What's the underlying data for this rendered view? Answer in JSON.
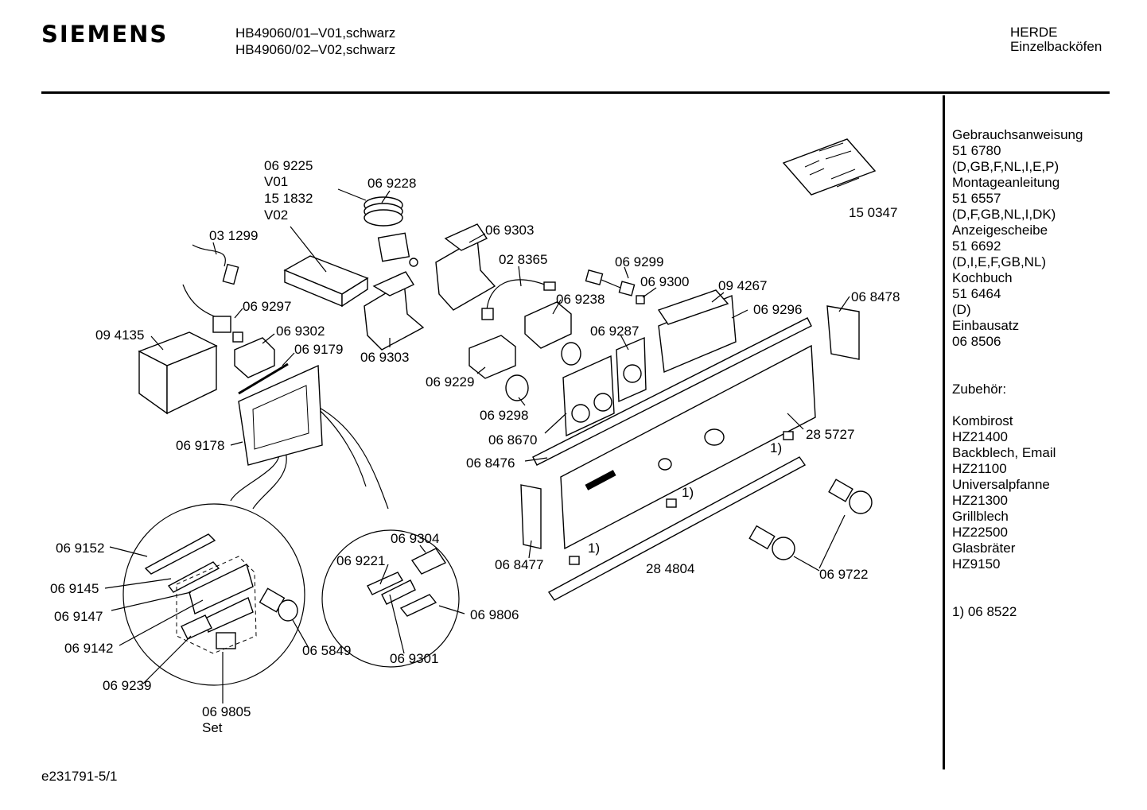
{
  "header": {
    "brand": "SIEMENS",
    "model_lines": [
      "HB49060/01–V01,schwarz",
      "HB49060/02–V02,schwarz"
    ],
    "category_lines": [
      "HERDE",
      "Einzelbacköfen"
    ]
  },
  "sidebar": {
    "docs": [
      "Gebrauchsanweisung",
      "51 6780",
      "(D,GB,F,NL,I,E,P)",
      "Montageanleitung",
      "51 6557",
      "(D,F,GB,NL,I,DK)",
      "Anzeigescheibe",
      "51 6692",
      "(D,I,E,F,GB,NL)",
      "Kochbuch",
      "51 6464",
      "(D)",
      "Einbausatz",
      "06 8506"
    ],
    "accessories_title": "Zubehör:",
    "accessories": [
      "Kombirost",
      "HZ21400",
      "Backblech, Email",
      "HZ21100",
      "Universalpfanne",
      "HZ21300",
      "Grillblech",
      "HZ22500",
      "Glasbräter",
      "HZ9150"
    ],
    "footnote": "1) 06 8522"
  },
  "labels": {
    "p069225": "06 9225",
    "v01": "V01",
    "p151832": "15 1832",
    "v02": "V02",
    "p069228": "06 9228",
    "p031299": "03 1299",
    "p069303a": "06 9303",
    "p028365": "02 8365",
    "p069299": "06 9299",
    "p069300": "06 9300",
    "p094267": "09 4267",
    "p150347": "15 0347",
    "p068478": "06 8478",
    "p069297": "06 9297",
    "p094135": "09 4135",
    "p069302": "06 9302",
    "p069179": "06 9179",
    "p069303b": "06 9303",
    "p069238": "06 9238",
    "p069287": "06 9287",
    "p069296": "06 9296",
    "p069229": "06 9229",
    "p069298": "06 9298",
    "p068670": "06 8670",
    "p069178": "06 9178",
    "p285727": "28 5727",
    "fn1a": "1)",
    "p068476": "06 8476",
    "fn1b": "1)",
    "p069152": "06 9152",
    "p069304": "06 9304",
    "p069221": "06 9221",
    "p068477": "06 8477",
    "fn1c": "1)",
    "p284804": "28 4804",
    "p069722": "06 9722",
    "p069145": "06 9145",
    "p069147": "06 9147",
    "p069806": "06 9806",
    "p069142": "06 9142",
    "p065849": "06 5849",
    "p069301": "06 9301",
    "p069239": "06 9239",
    "p069805": "06 9805",
    "set": "Set"
  },
  "footer": {
    "doc_id": "e231791-5/1"
  }
}
